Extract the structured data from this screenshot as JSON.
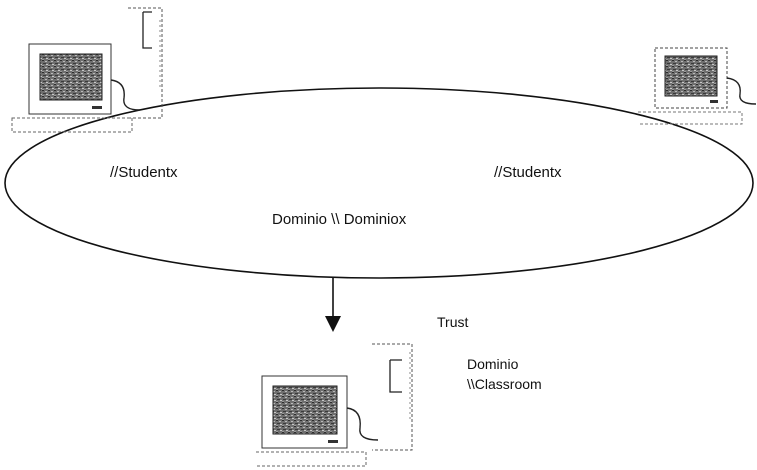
{
  "domain_labels": {
    "left_host": "//Studentx",
    "right_host": "//Studentx",
    "domain_center": "Dominio  \\\\ Dominiox"
  },
  "trust": {
    "label": "Trust"
  },
  "classroom": {
    "line1": "Dominio",
    "line2": "\\\\Classroom"
  },
  "icons": [
    "computer-icon",
    "tower-icon"
  ]
}
